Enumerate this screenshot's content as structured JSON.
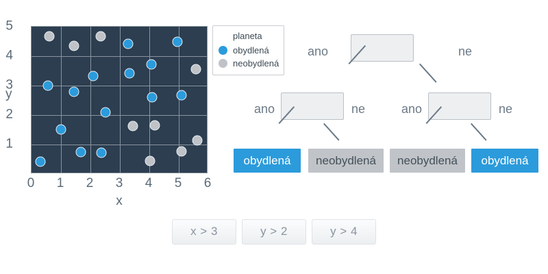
{
  "chart_data": {
    "type": "scatter",
    "title": "",
    "xlabel": "x",
    "ylabel": "y",
    "xlim": [
      0,
      6
    ],
    "ylim": [
      0,
      5
    ],
    "xticks": [
      "0",
      "1",
      "2",
      "3",
      "4",
      "5",
      "6"
    ],
    "yticks": [
      "1",
      "2",
      "3",
      "4",
      "5"
    ],
    "grid": true,
    "legend_position": "top-right",
    "legend_title": "planeta",
    "series": [
      {
        "name": "obydlená",
        "key": "obydlena",
        "color": "#2b9bdb",
        "points": [
          {
            "x": 0.3,
            "y": 0.42
          },
          {
            "x": 0.55,
            "y": 3.0
          },
          {
            "x": 1.0,
            "y": 1.52
          },
          {
            "x": 1.45,
            "y": 2.78
          },
          {
            "x": 1.68,
            "y": 0.74
          },
          {
            "x": 2.1,
            "y": 3.33
          },
          {
            "x": 2.38,
            "y": 0.72
          },
          {
            "x": 2.5,
            "y": 2.1
          },
          {
            "x": 3.28,
            "y": 4.42
          },
          {
            "x": 3.33,
            "y": 3.42
          },
          {
            "x": 4.08,
            "y": 3.72
          },
          {
            "x": 4.1,
            "y": 2.6
          },
          {
            "x": 4.95,
            "y": 4.48
          },
          {
            "x": 5.1,
            "y": 2.68
          }
        ]
      },
      {
        "name": "neobydlená",
        "key": "neobydlena",
        "color": "#bfc3c7",
        "points": [
          {
            "x": 0.6,
            "y": 4.68
          },
          {
            "x": 1.45,
            "y": 4.35
          },
          {
            "x": 2.35,
            "y": 4.68
          },
          {
            "x": 3.45,
            "y": 1.62
          },
          {
            "x": 4.02,
            "y": 0.45
          },
          {
            "x": 4.18,
            "y": 1.65
          },
          {
            "x": 5.1,
            "y": 0.76
          },
          {
            "x": 5.58,
            "y": 3.55
          },
          {
            "x": 5.62,
            "y": 1.15
          }
        ]
      }
    ]
  },
  "legend": {
    "title": "planeta",
    "entries": [
      {
        "label": "obydlená",
        "swatch": "obydlena"
      },
      {
        "label": "neobydlená",
        "swatch": "neobydlena"
      }
    ]
  },
  "axes": {
    "xlabel": "x",
    "ylabel": "y",
    "xticks": [
      "0",
      "1",
      "2",
      "3",
      "4",
      "5",
      "6"
    ],
    "yticks": [
      "1",
      "2",
      "3",
      "4",
      "5"
    ]
  },
  "tree": {
    "root": {
      "value": "",
      "placeholder": ""
    },
    "level1": [
      {
        "value": "",
        "placeholder": ""
      },
      {
        "value": "",
        "placeholder": ""
      }
    ],
    "edge_labels": {
      "root_yes": "ano",
      "root_no": "ne",
      "left_yes": "ano",
      "left_no": "ne",
      "right_yes": "ano",
      "right_no": "ne"
    },
    "leaves": [
      {
        "label": "obydlená",
        "kind": "obydlena"
      },
      {
        "label": "neobydlená",
        "kind": "neobydlena"
      },
      {
        "label": "neobydlená",
        "kind": "neobydlena"
      },
      {
        "label": "obydlená",
        "kind": "obydlena"
      }
    ]
  },
  "chips": [
    {
      "label": "x > 3"
    },
    {
      "label": "y > 2"
    },
    {
      "label": "y > 4"
    }
  ],
  "colors": {
    "plot_background": "#2c3e50",
    "gridline": "#8a949e",
    "obydlena": "#2b9bdb",
    "neobydlena": "#bfc3c7",
    "leaf_neobydlena": "#c0c4c8",
    "node_slot": "#edeff1",
    "text_muted": "#6c7a87",
    "page_background": "#ffffff"
  }
}
